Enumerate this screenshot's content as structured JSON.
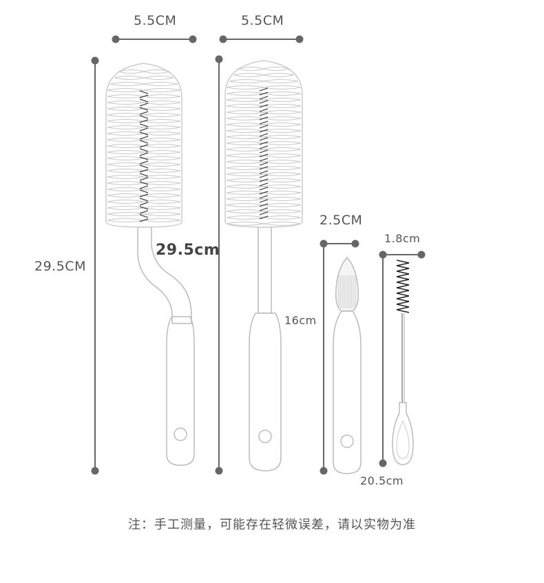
{
  "dimensions": {
    "brush1_width": "5.5CM",
    "brush2_width": "5.5CM",
    "total_height": "29.5CM",
    "brush1_height": "29.5cm",
    "nipple_brush_width": "2.5CM",
    "nipple_brush_height": "16cm",
    "straw_brush_width": "1.8cm",
    "straw_brush_height": "20.5cm"
  },
  "note": "注：手工测量，可能存在轻微误差，请以实物为准",
  "colors": {
    "text": "#555555",
    "line": "#555555",
    "outline": "#bbbbbb",
    "bristle_dark": "#222222"
  }
}
